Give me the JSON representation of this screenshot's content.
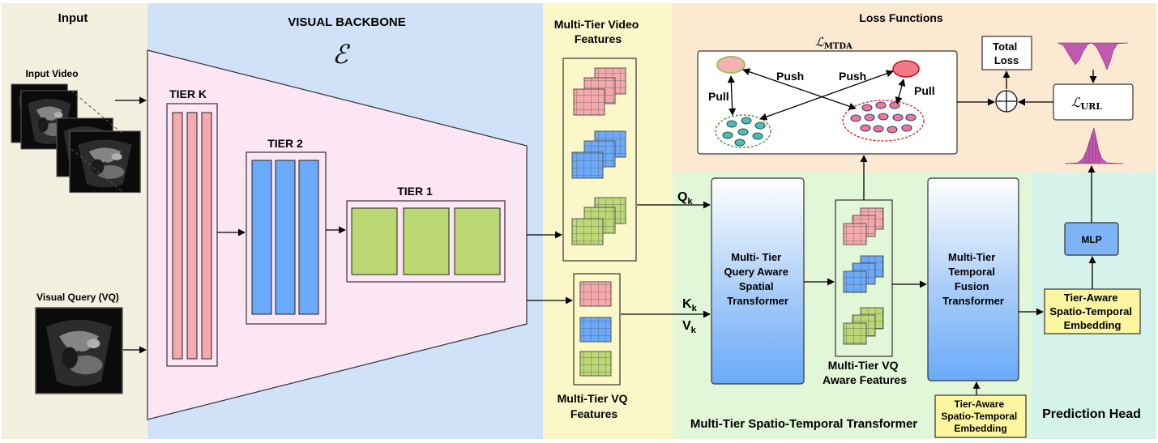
{
  "sections": {
    "input": "Input",
    "backbone": "VISUAL BACKBONE",
    "backbone_symbol": "ℰ",
    "video_features": [
      "Multi-Tier Video",
      "Features"
    ],
    "vq_features": [
      "Multi-Tier VQ",
      "Features"
    ],
    "loss": "Loss Functions",
    "mst": "Multi-Tier Spatio-Temporal Transformer",
    "prediction": "Prediction Head"
  },
  "inputs": {
    "video": "Input Video",
    "query": "Visual Query (VQ)"
  },
  "tiers": {
    "k": "TIER K",
    "two": "TIER 2",
    "one": "TIER 1"
  },
  "arrows": {
    "q": "Q",
    "k": "K",
    "v": "V",
    "sub": "k"
  },
  "blocks": {
    "spatial": [
      "Multi- Tier",
      "Query Aware",
      "Spatial",
      "Transformer"
    ],
    "vq_aware": [
      "Multi-Tier VQ",
      "Aware Features"
    ],
    "temporal": [
      "Multi-Tier",
      "Temporal",
      "Fusion",
      "Transformer"
    ],
    "embed_bottom": [
      "Tier-Aware",
      "Spatio-Temporal",
      "Embedding"
    ],
    "embed_right": [
      "Tier-Aware",
      "Spatio-Temporal",
      "Embedding"
    ],
    "mlp": "MLP"
  },
  "loss": {
    "mtda": "ℒ",
    "mtda_sub": "MTDA",
    "url": "ℒ",
    "url_sub": "URL",
    "pull": "Pull",
    "push": "Push",
    "total": [
      "Total",
      "Loss"
    ]
  },
  "colors": {
    "input_bg": "#f3f0df",
    "backbone_bg": "#cfe2f8",
    "features_bg": "#fbf7c9",
    "loss_bg": "#fbe9d2",
    "mst_bg": "#e2f6d8",
    "pred_bg": "#d5f3ea",
    "trapezoid": "#fce6f4",
    "pink": "#f6a9ad",
    "blue": "#6aaaf9",
    "green": "#bcd874",
    "yellow_box": "#fdf59f",
    "cluster_green": "#4fb8c6",
    "cluster_red": "#f27a86"
  }
}
